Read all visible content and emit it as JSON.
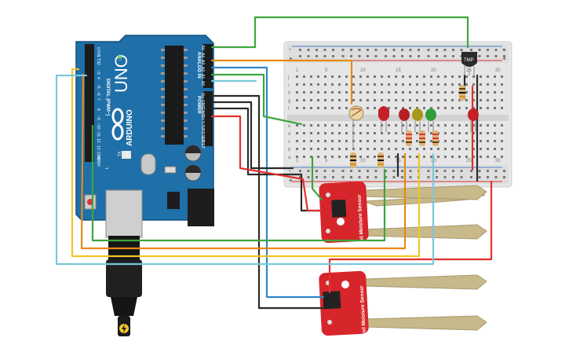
{
  "colors": {
    "board": "#1f6fa8",
    "board_dark": "#15537f",
    "breadboard": "#e8e8e8",
    "sensor_red": "#d7262b",
    "probe_tan": "#c8b98a",
    "wire_red": "#e0312c",
    "wire_black": "#2b2b2b",
    "wire_orange": "#e58a16",
    "wire_yellow": "#f2c52c",
    "wire_green": "#3ea63e",
    "wire_blue": "#2f86c8",
    "wire_cyan": "#7ac8d8",
    "led_red": "#c42127",
    "led_orange": "#cf6b20",
    "led_yellow": "#b7a51e",
    "led_green": "#2f9e3b"
  },
  "arduino": {
    "brand_logo": "ARDUINO",
    "model": "UNO",
    "on_label": "ON",
    "digital_label": "DIGITAL (PWM~)",
    "analog_label": "ANALOG IN",
    "power_label": "POWER",
    "tx_label": "TX",
    "rx_label": "RX",
    "l_label": "L",
    "aref_label": "AREF",
    "gnd_label": "GND",
    "digital_pins": [
      "0 RX",
      "1 TX",
      "2",
      "~3",
      "4",
      "~5",
      "~6",
      "7",
      "8",
      "~9",
      "~10",
      "~11",
      "12",
      "13"
    ],
    "analog_pins": [
      "5V",
      "A4",
      "A3",
      "A2",
      "A1",
      "A0"
    ],
    "power_pins": [
      "Vin",
      "GND",
      "GND",
      "5V",
      "3.3V",
      "RESET",
      "IOREF"
    ]
  },
  "temp_sensor": {
    "label": "TMP"
  },
  "soil_sensor_1": {
    "label": "Soil Moisture Sensor"
  },
  "soil_sensor_2": {
    "label": "Soil Moisture Sensor"
  },
  "breadboard": {
    "col_numbers": [
      "1",
      "5",
      "10",
      "15",
      "20",
      "25",
      "30"
    ],
    "row_letters_top": [
      "j",
      "i",
      "h",
      "g",
      "f"
    ],
    "row_letters_bottom": [
      "e",
      "d",
      "c",
      "b",
      "a"
    ],
    "rail_plus": "+",
    "rail_minus": "-"
  }
}
